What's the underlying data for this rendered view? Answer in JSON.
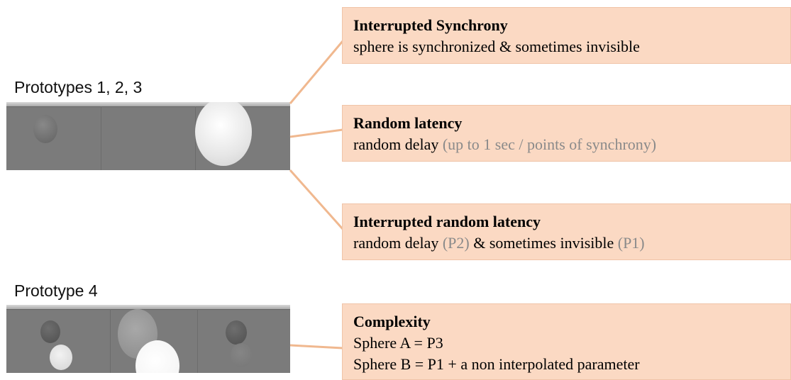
{
  "prototypes_123": {
    "heading": "Prototypes 1, 2, 3"
  },
  "prototype_4": {
    "heading": "Prototype 4"
  },
  "boxes": {
    "interrupted_synchrony": {
      "title": "Interrupted Synchrony",
      "line1": "sphere is synchronized & sometimes invisible"
    },
    "random_latency": {
      "title": "Random latency",
      "line_main": "random delay",
      "line_note": "(up to 1 sec / points of synchrony)"
    },
    "interrupted_random_latency": {
      "title": "Interrupted random latency",
      "part1": "random delay",
      "part2": "(P2)",
      "part3": "& sometimes invisible",
      "part4": "(P1)"
    },
    "complexity": {
      "title": "Complexity",
      "line1": "Sphere A = P3",
      "line2": "Sphere B = P1 + a non interpolated parameter"
    }
  },
  "colors": {
    "box_fill": "#fbd9c3",
    "connector": "#f0b88f",
    "viewport_gray": "#7b7b7b",
    "note_gray": "#8a8a8a"
  }
}
